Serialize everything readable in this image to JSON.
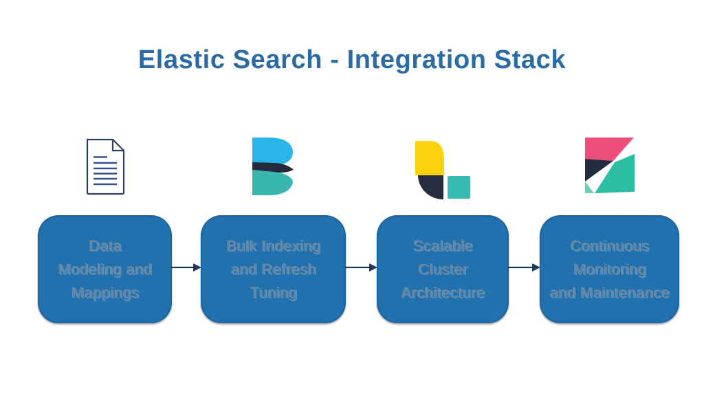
{
  "title": "Elastic Search - Integration Stack",
  "steps": [
    {
      "name": "data-modeling",
      "icon": "document-icon",
      "label": "Data\nModeling and\nMappings"
    },
    {
      "name": "bulk-indexing",
      "icon": "beats-logo-icon",
      "label": "Bulk Indexing\nand Refresh\nTuning"
    },
    {
      "name": "scalable-cluster",
      "icon": "logstash-logo-icon",
      "label": "Scalable\nCluster\nArchitecture"
    },
    {
      "name": "continuous-monitoring",
      "icon": "kibana-logo-icon",
      "label": "Continuous\nMonitoring\nand Maintenance"
    }
  ],
  "colors": {
    "background": "#ffffff",
    "title": "#2a6ba6",
    "box_fill": "#2171af",
    "box_text": "#72879a",
    "arrow": "#1e3a5f",
    "document_outline": "#2c3f63",
    "document_lines": "#33508c",
    "beats_blue": "#29b5e8",
    "beats_dark": "#232c3f",
    "beats_teal": "#39b7ae",
    "logstash_yellow": "#fdd10d",
    "logstash_dark": "#272c3e",
    "logstash_teal": "#37b9b4",
    "kibana_pink": "#ef4d7c",
    "kibana_dark": "#232c3e",
    "kibana_teal": "#2abfa3",
    "kibana_teal_light": "#6fcfbe"
  }
}
